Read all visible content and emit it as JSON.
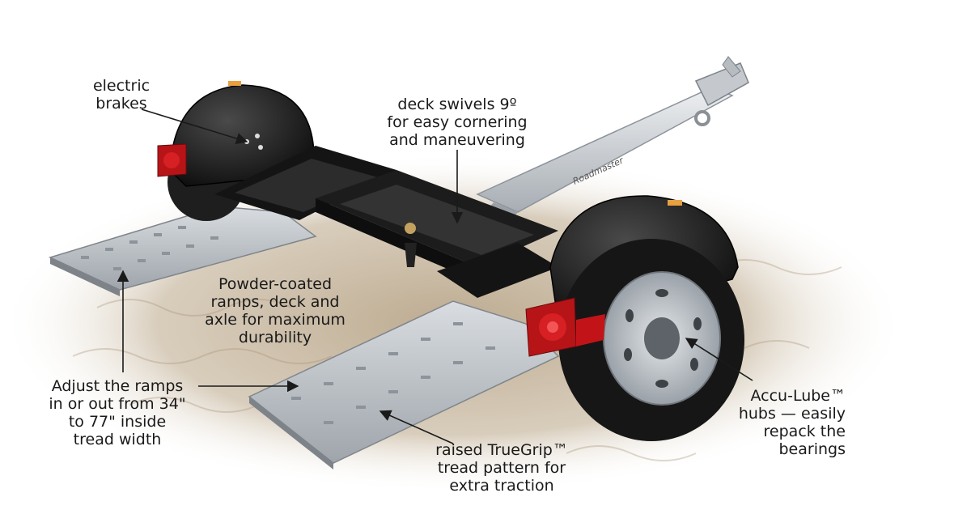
{
  "callouts": {
    "electric_brakes": [
      "electric",
      "brakes"
    ],
    "deck_swivels": [
      "deck swivels 9º",
      "for easy cornering",
      "and maneuvering"
    ],
    "powder_coated": [
      "Powder-coated",
      "ramps, deck and",
      "axle for maximum",
      "durability"
    ],
    "adjust_ramps": [
      "Adjust the ramps",
      "in or out from 34\"",
      "to 77\" inside",
      "tread width"
    ],
    "truegrip": [
      "raised TrueGrip™",
      "tread pattern for",
      "extra traction"
    ],
    "accu_lube": [
      "Accu-Lube™",
      "hubs — easily",
      "repack the",
      "bearings"
    ]
  },
  "trailer_logo_text": "Roadmaster",
  "colors": {
    "frame_black": "#1b1b1b",
    "tongue_silver": "#c9cdd2",
    "ramp_silver": "#b9bec4",
    "light_red": "#c21418",
    "ground_tan": "#b9a68a",
    "text": "#1a1a1a"
  }
}
